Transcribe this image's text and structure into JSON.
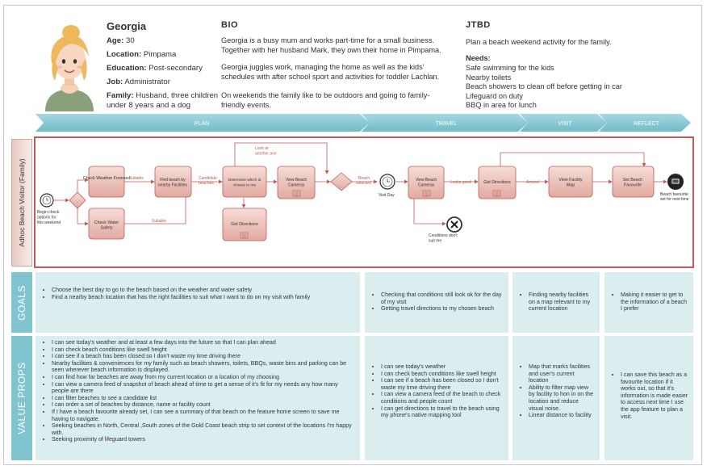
{
  "persona": {
    "name": "Georgia",
    "age_label": "Age:",
    "age": "30",
    "location_label": "Location:",
    "location": "Pimpama",
    "education_label": "Education:",
    "education": "Post-secondary",
    "job_label": "Job:",
    "job": "Administrator",
    "family_label": "Family:",
    "family_line1": "Husband, three children",
    "family_line2": "under 8 years and a dog"
  },
  "bio": {
    "title": "BIO",
    "p1": [
      "Georgia is a busy mum and works part-time for a small business.",
      "Together with her husband Mark, they own their home in Pimpama."
    ],
    "p2": [
      "Georgia juggles work, managing the home as well as the kids'",
      "schedules with after school sport and activities for toddler Lachlan."
    ],
    "p3": [
      "On weekends the family like to be outdoors and going to family-",
      "friendly events."
    ]
  },
  "jtbd": {
    "title": "JTBD",
    "text": "Plan a beach weekend activity for the family.",
    "needs_label": "Needs:",
    "needs": [
      "Safe swimming for the kids",
      "Nearby toilets",
      "Beach showers to clean off before getting in car",
      "Lifeguard on duty",
      "BBQ in area for lunch"
    ]
  },
  "phases": [
    "PLAN",
    "TRAVEL",
    "VISIT",
    "REFLECT"
  ],
  "colors": {
    "arrow": "#7fc4cf",
    "arrow_light": "#c5e6ea",
    "lane_border": "#b95d56",
    "task_fill": "#ecc7c1",
    "cell_bg": "#daeef0"
  },
  "swimlane_label": "Adhoc Beach Visitor (Family)",
  "flow": {
    "start": "Begin check options for this weekend",
    "check_weather": "Check Weather Forecast",
    "check_water": "Check Water Safety",
    "suitable1": "Suitable",
    "suitable2": "Suitable",
    "find_beach": "Find beach by nearby Facilities",
    "candidate": "Candidate beaches",
    "determine": "Determine which is closest to me",
    "get_directions1": "Get Directions",
    "look_another": "Look at another one",
    "view_cams1": "View Beach Cameras",
    "beach_selected": "Beach selected",
    "visit_day": "Visit Day",
    "view_cams2": "View Beach Cameras",
    "looks_good": "Looks good",
    "conditions": "Conditions don't suit me",
    "get_directions2": "Get Directions",
    "arrived": "Arrived",
    "view_map": "View Facility Map",
    "set_fav": "Set Beach Favourite",
    "end": "Beach favourite set for next time"
  },
  "goals": {
    "label": "GOALS",
    "plan": [
      "Choose the best day to go to the beach based on the weather and water safety",
      "Find a nearby beach location that has the right facilities to suit what I want to do on my visit with family"
    ],
    "travel": [
      "Checking that conditions still look ok for the day of my visit",
      "Getting travel directions to my chosen beach"
    ],
    "visit": [
      "Finding nearby facilities on a map relevant to my current location"
    ],
    "reflect": [
      "Making it easier to get to the information of a beach I prefer"
    ]
  },
  "value_props": {
    "label": "VALUE PROPS",
    "plan": [
      "I can see today's weather and at least a few days into the future so that I can plan ahead",
      "I can check beach conditions like swell height",
      "I can see if a beach has been closed so I don't waste my time driving there",
      "Nearby facilities & conveniences for my family such as beach showers, toilets, BBQs, waste bins and parking can be seen wherever beach information is displayed.",
      "I can find how far beaches are away from my current location or a location of my choosing",
      "I can view a camera feed of snapshot of beach ahead of time to get a sense of it's fit for my needs any how many people are there",
      "I can filter beaches to see a candidate list",
      "I can order a set of beaches by distance, name or facility count",
      "If I have a beach favourite already set, I can see a summary of that beach on the feature home screen to save me having to navigate.",
      "Seeking beaches in North, Central ,South zones of the Gold Coast beach strip to set context of the locations I'm happy with.",
      "Seeking proximity of lifeguard towers"
    ],
    "travel": [
      "I can see today's weather",
      "I can check beach conditions like swell height",
      "I can see if a beach has been closed so I don't waste my time driving there",
      "I can view a camera feed of the beach to check conditions and people count",
      "I can get directions to travel to the beach using my phone's native mapping tool"
    ],
    "visit": [
      "Map that marks facilities and user's current location",
      "Ability to filter map view by facility to hon in on the location and reduce visual noise.",
      "Linear distance to facility"
    ],
    "reflect": [
      "I can save this beach as a favourite location if it works out, so that it's information is made easier to access next time I use the app feature to plan a visit."
    ]
  },
  "icons": {
    "avatar": "persona-avatar",
    "timer": "stopwatch-icon",
    "gateway": "decision-diamond",
    "end": "end-event-icon",
    "cancel": "close-icon",
    "subprocess": "subprocess-marker-icon"
  }
}
